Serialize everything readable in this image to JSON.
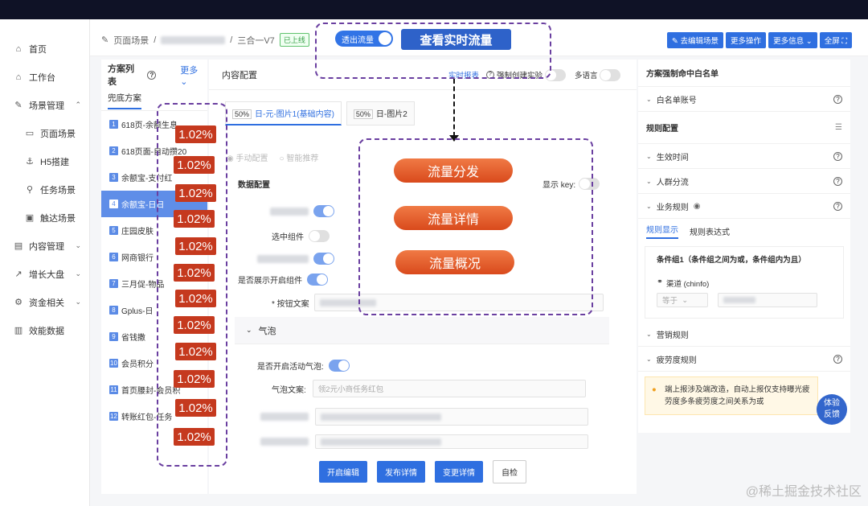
{
  "sidebar": {
    "items": [
      {
        "label": "首页",
        "icon": "home-icon",
        "glyph": "⌂"
      },
      {
        "label": "工作台",
        "icon": "workbench-icon",
        "glyph": "⌂"
      },
      {
        "label": "场景管理",
        "icon": "scene-icon",
        "glyph": "✎"
      },
      {
        "label": "页面场景",
        "icon": "page-icon",
        "glyph": "▭"
      },
      {
        "label": "H5搭建",
        "icon": "h5-icon",
        "glyph": "⚓"
      },
      {
        "label": "任务场景",
        "icon": "task-icon",
        "glyph": "⚲"
      },
      {
        "label": "触达场景",
        "icon": "reach-icon",
        "glyph": "▣"
      },
      {
        "label": "内容管理",
        "icon": "content-icon",
        "glyph": "▤"
      },
      {
        "label": "增长大盘",
        "icon": "growth-icon",
        "glyph": "↗"
      },
      {
        "label": "资金相关",
        "icon": "fund-icon",
        "glyph": "⚙"
      },
      {
        "label": "效能数据",
        "icon": "data-icon",
        "glyph": "▥"
      }
    ]
  },
  "header": {
    "crumb1": "页面场景",
    "crumb_sep": "/",
    "crumb3": "三合一V7",
    "status": "已上线",
    "edit_btn": "去编辑场景",
    "more_ops": "更多操作",
    "more_info": "更多信息",
    "fullscreen": "全屏"
  },
  "overlay": {
    "toggle_label": "透出流量",
    "realtime_btn": "查看实时流量",
    "flow_dispatch": "流量分发",
    "flow_detail": "流量详情",
    "flow_overview": "流量概况",
    "pct_value": "1.02%"
  },
  "left": {
    "title": "方案列表",
    "more": "更多",
    "tab1": "兜底方案",
    "schemes": [
      {
        "n": "1",
        "label": "618页-余额生息"
      },
      {
        "n": "2",
        "label": "618页面-自动攒20"
      },
      {
        "n": "3",
        "label": "余额宝-支付红"
      },
      {
        "n": "4",
        "label": "余额宝-日日"
      },
      {
        "n": "5",
        "label": "庄园皮肤"
      },
      {
        "n": "6",
        "label": "网商银行"
      },
      {
        "n": "7",
        "label": "三月促-物品"
      },
      {
        "n": "8",
        "label": "Gplus-日"
      },
      {
        "n": "9",
        "label": "省钱撒"
      },
      {
        "n": "10",
        "label": "会员积分"
      },
      {
        "n": "11",
        "label": "首页腰封-会员积"
      },
      {
        "n": "12",
        "label": "转账红包-任务"
      }
    ]
  },
  "mid": {
    "title": "内容配置",
    "report": "实时报表",
    "force_create": "强制创建实验",
    "multi_lang": "多语言",
    "tab1_pct": "50%",
    "tab1": "日-元-图片1(基础内容)",
    "tab2_pct": "50%",
    "tab2": "日-图片2",
    "manual": "手动配置",
    "smart": "智能推荐",
    "data_config": "数据配置",
    "show_key": "显示 key:",
    "row_select": "选中组件",
    "row_show_open": "是否展示开启组件",
    "btn_text_label": "* 按钮文案",
    "bubble": "气泡",
    "bubble_open": "是否开启活动气泡:",
    "bubble_text": "气泡文案:",
    "bubble_placeholder": "领2元小商任务红包"
  },
  "right": {
    "title": "方案强制命中白名单",
    "whitelist": "白名单账号",
    "rule_config": "规则配置",
    "effective_time": "生效时间",
    "crowd": "人群分流",
    "biz_rule": "业务规则",
    "rule_show": "规则显示",
    "rule_expr": "规则表达式",
    "cond_group": "条件组1（条件组之间为或，条件组内为且）",
    "channel": "渠道 (chinfo)",
    "eq": "等于",
    "marketing": "营销规则",
    "fatigue": "疲劳度规则",
    "notice": "端上报涉及端改造，自动上报仅支持曝光疲劳度多条疲劳度之间关系为或"
  },
  "bottom": {
    "start_edit": "开启编辑",
    "publish": "发布详情",
    "change": "变更详情",
    "check": "自检"
  },
  "feedback": {
    "line1": "体验",
    "line2": "反馈"
  },
  "watermark": "@稀土掘金技术社区"
}
